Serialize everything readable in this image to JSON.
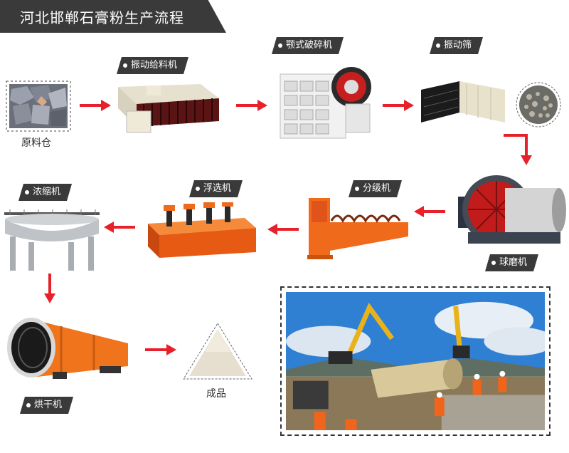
{
  "header": {
    "title": "河北邯郸石膏粉生产流程"
  },
  "steps": {
    "raw_bin": "原料仓",
    "feeder": "振动给料机",
    "jaw_crusher": "颚式破碎机",
    "screen": "振动筛",
    "ball_mill": "球磨机",
    "classifier": "分级机",
    "flotation": "浮选机",
    "thickener": "浓缩机",
    "dryer": "烘干机",
    "product": "成品"
  },
  "colors": {
    "header_bg": "#3a3a3a",
    "arrow": "#e8202a",
    "orange": "#f06a1c",
    "machine_gray": "#8c8c8c"
  },
  "icons": {
    "arrow": "red-right-arrow",
    "tag_bullet": "white-dot"
  }
}
